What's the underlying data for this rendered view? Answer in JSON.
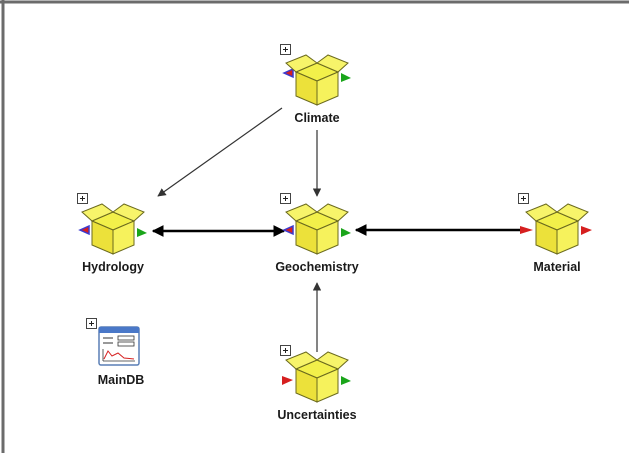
{
  "nodes": {
    "climate": {
      "label": "Climate",
      "icon": "container-box-icon"
    },
    "hydrology": {
      "label": "Hydrology",
      "icon": "container-box-icon"
    },
    "geochemistry": {
      "label": "Geochemistry",
      "icon": "container-box-icon"
    },
    "material": {
      "label": "Material",
      "icon": "container-box-icon"
    },
    "uncertainties": {
      "label": "Uncertainties",
      "icon": "container-box-icon"
    },
    "maindb": {
      "label": "MainDB",
      "icon": "database-window-icon"
    }
  },
  "colors": {
    "box_fill": "#f2f04a",
    "box_stroke": "#6b6a1e",
    "output_port": "#1aa51a",
    "input_port": "#d61f1f",
    "input_port_outline": "#3a3ad0",
    "arrow": "#000000",
    "arrow_thin": "#333333",
    "frame": "#6b6b6b"
  },
  "links": [
    {
      "from": "climate",
      "to": "hydrology",
      "style": "thin",
      "direction": "one-way"
    },
    {
      "from": "climate",
      "to": "geochemistry",
      "style": "thin",
      "direction": "one-way"
    },
    {
      "from": "hydrology",
      "to": "geochemistry",
      "style": "thick",
      "direction": "two-way"
    },
    {
      "from": "material",
      "to": "geochemistry",
      "style": "thick",
      "direction": "one-way"
    },
    {
      "from": "uncertainties",
      "to": "geochemistry",
      "style": "thin",
      "direction": "one-way"
    }
  ]
}
